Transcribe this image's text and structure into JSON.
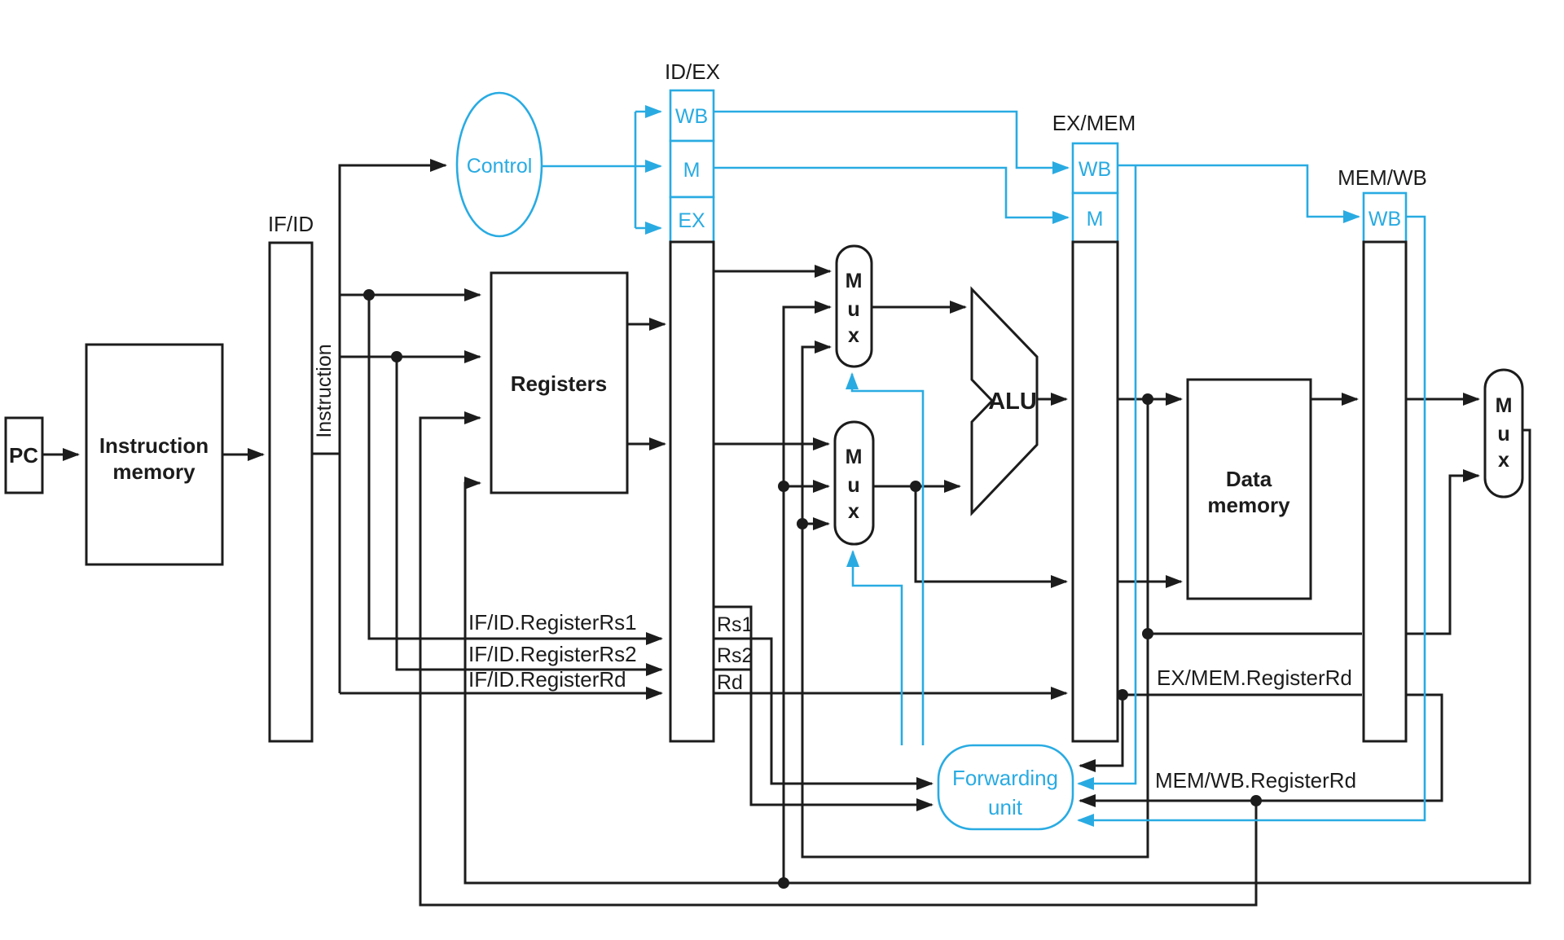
{
  "colors": {
    "accent": "#29abe2",
    "wire": "#1c1c1c",
    "background": "#ffffff"
  },
  "blocks": {
    "pc": "PC",
    "instruction_memory": [
      "Instruction",
      "memory"
    ],
    "registers": "Registers",
    "data_memory": [
      "Data",
      "memory"
    ],
    "alu": "ALU",
    "control": "Control",
    "forwarding_unit": [
      "Forwarding",
      "unit"
    ],
    "mux": [
      "M",
      "u",
      "x"
    ]
  },
  "pipeline_registers": {
    "if_id": "IF/ID",
    "id_ex": "ID/EX",
    "ex_mem": "EX/MEM",
    "mem_wb": "MEM/WB"
  },
  "control_boxes": {
    "id_ex": [
      "WB",
      "M",
      "EX"
    ],
    "ex_mem": [
      "WB",
      "M"
    ],
    "mem_wb": [
      "WB"
    ]
  },
  "signals": {
    "instruction": "Instruction",
    "if_id_register_rs1": "IF/ID.RegisterRs1",
    "if_id_register_rs2": "IF/ID.RegisterRs2",
    "if_id_register_rd": "IF/ID.RegisterRd",
    "rs1": "Rs1",
    "rs2": "Rs2",
    "rd": "Rd",
    "ex_mem_register_rd": "EX/MEM.RegisterRd",
    "mem_wb_register_rd": "MEM/WB.RegisterRd"
  }
}
